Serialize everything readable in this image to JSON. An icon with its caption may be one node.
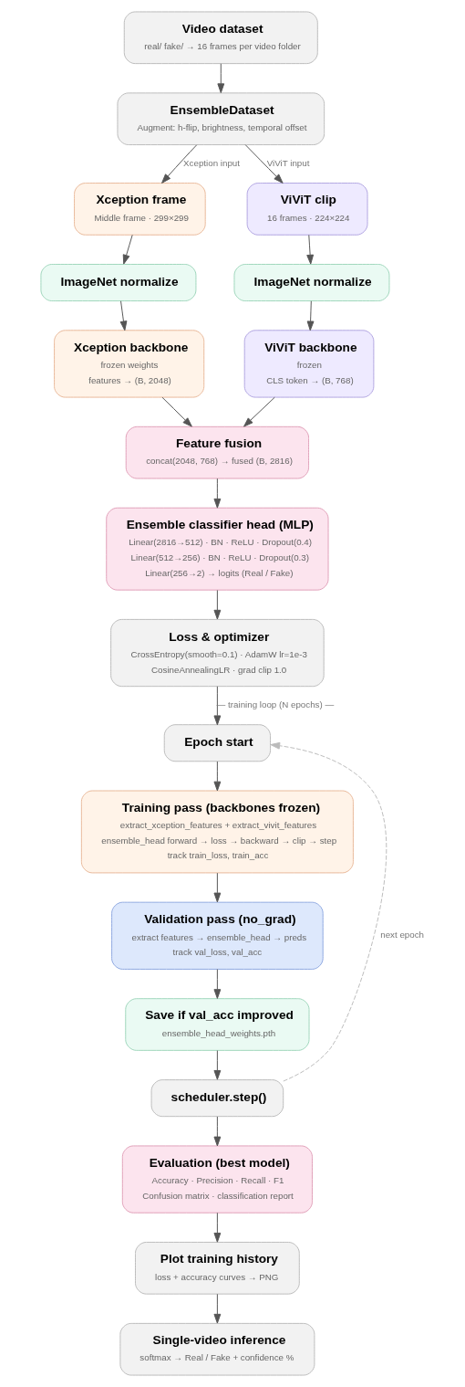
{
  "diagram": {
    "nodes": [
      {
        "text": [
          "Video dataset",
          "real/ fake/ → 16 frames per video folder"
        ]
      },
      {
        "text": [
          "EnsembleDataset",
          "Augment: h-flip, brightness, temporal offset"
        ]
      },
      {
        "text": [
          "Xception frame",
          "Middle frame · 299×299"
        ]
      },
      {
        "text": [
          "ViViT clip",
          "16 frames · 224×224"
        ]
      },
      {
        "text": [
          "ImageNet normalize"
        ]
      },
      {
        "text": [
          "ImageNet normalize"
        ]
      },
      {
        "text": [
          "Xception backbone",
          "frozen weights",
          "features → (B, 2048)"
        ]
      },
      {
        "text": [
          "ViViT backbone",
          "frozen",
          "CLS token → (B, 768)"
        ]
      },
      {
        "text": [
          "Feature fusion",
          "concat(2048, 768) → fused (B, 2816)"
        ]
      },
      {
        "text": [
          "Ensemble classifier head (MLP)",
          "Linear(2816→512) · BN · ReLU · Dropout(0.4)",
          "Linear(512→256) · BN · ReLU · Dropout(0.3)",
          "Linear(256→2) → logits (Real / Fake)"
        ]
      },
      {
        "text": [
          "Loss & optimizer",
          "CrossEntropy(smooth=0.1) · AdamW lr=1e-3",
          "CosineAnnealingLR · grad clip 1.0"
        ]
      },
      {
        "text": [
          "Epoch start"
        ]
      },
      {
        "text": [
          "Training pass (backbones frozen)",
          "extract_xception_features + extract_vivit_features",
          "ensemble_head forward → loss → backward → clip → step",
          "track train_loss, train_acc"
        ]
      },
      {
        "text": [
          "Validation pass (no_grad)",
          "extract features → ensemble_head → preds",
          "track val_loss, val_acc"
        ]
      },
      {
        "text": [
          "Save if val_acc improved",
          "ensemble_head_weights.pth"
        ]
      },
      {
        "text": [
          "scheduler.step()"
        ]
      },
      {
        "text": [
          "Evaluation (best model)",
          "Accuracy · Precision · Recall · F1",
          "Confusion matrix · classification report"
        ]
      },
      {
        "text": [
          "Plot training history",
          "loss + accuracy curves → PNG"
        ]
      },
      {
        "text": [
          "Single-video inference",
          "softmax → Real / Fake + confidence %"
        ]
      }
    ],
    "edges": [
      {
        "from": 0,
        "to": 1,
        "arrow": "to"
      },
      {
        "from": 1,
        "to": 2,
        "arrow": "to",
        "label": "Xception input"
      },
      {
        "from": 1,
        "to": 3,
        "arrow": "to",
        "label": "ViViT input"
      },
      {
        "from": 2,
        "to": 4,
        "arrow": "to"
      },
      {
        "from": 3,
        "to": 5,
        "arrow": "to"
      },
      {
        "from": 4,
        "to": 6,
        "arrow": "to"
      },
      {
        "from": 5,
        "to": 7,
        "arrow": "to"
      },
      {
        "from": 6,
        "to": 8,
        "arrow": "to"
      },
      {
        "from": 7,
        "to": 8,
        "arrow": "to"
      },
      {
        "from": 8,
        "to": 9,
        "arrow": "to"
      },
      {
        "from": 9,
        "to": 10,
        "arrow": "to"
      },
      {
        "from": 10,
        "to": 11,
        "arrow": "to",
        "label": "— training loop (N epochs) —"
      },
      {
        "from": 11,
        "to": 12,
        "arrow": "to"
      },
      {
        "from": 12,
        "to": 13,
        "arrow": "to"
      },
      {
        "from": 13,
        "to": 14,
        "arrow": "to"
      },
      {
        "from": 14,
        "to": 15,
        "arrow": "to"
      },
      {
        "from": 15,
        "to": 11,
        "arrow": "to",
        "label": "next epoch",
        "style": "dashed",
        "color": "#bbbbbb"
      },
      {
        "from": 15,
        "to": 16,
        "arrow": "to"
      },
      {
        "from": 16,
        "to": 17,
        "arrow": "to"
      },
      {
        "from": 17,
        "to": 18,
        "arrow": "to"
      }
    ]
  }
}
